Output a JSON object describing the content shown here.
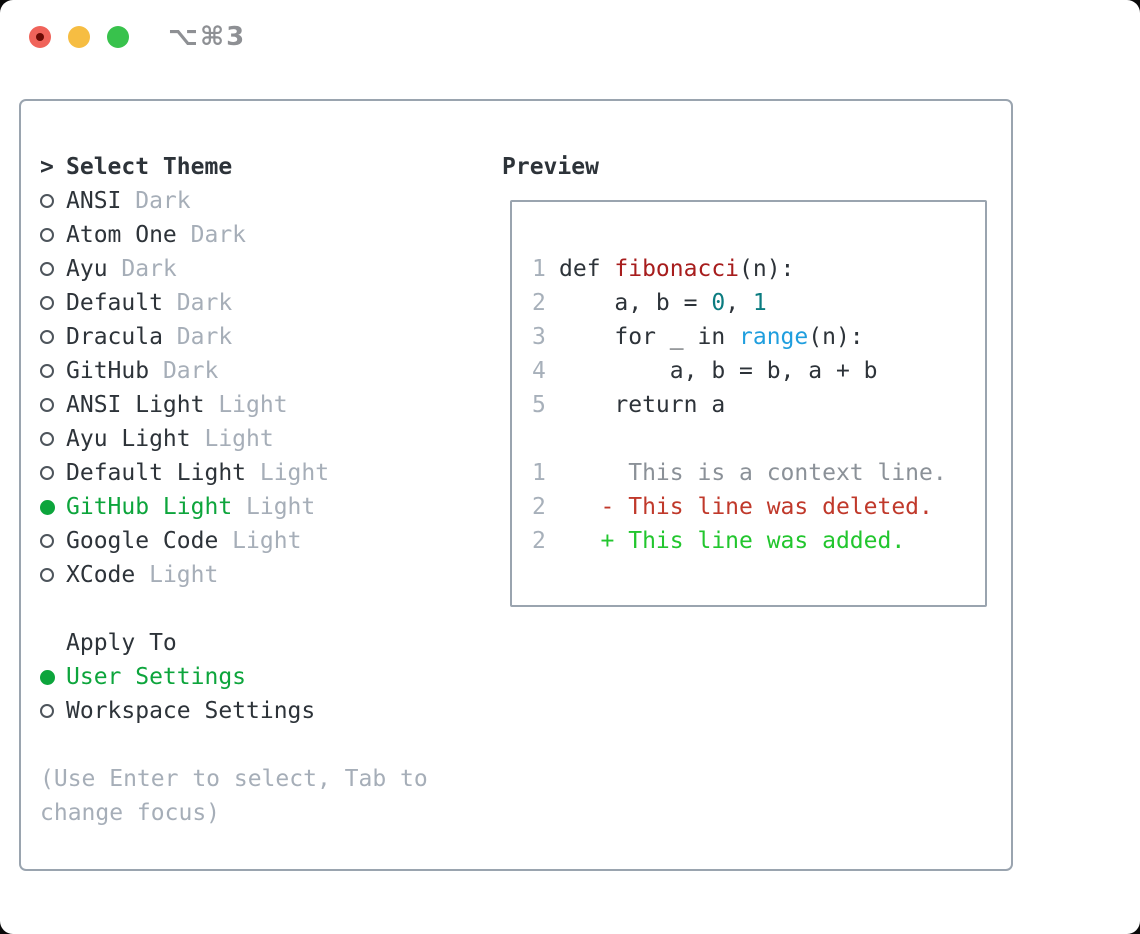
{
  "window": {
    "title": "⌥⌘3",
    "traffic_lights": [
      "close",
      "minimize",
      "zoom"
    ]
  },
  "colors": {
    "light_red": "#f0635a",
    "light_yellow": "#f6bd42",
    "light_green": "#38c24c",
    "border": "#9aa4af",
    "text_dark": "#2d3339",
    "muted": "#a6aeb8",
    "sel_green": "#0da53c",
    "line_number": "#a7b0ba",
    "function_red": "#a71d1d",
    "builtin_blue": "#1f9ede",
    "number_teal": "#0b7c80",
    "context_gray": "#8b9198",
    "deleted_red": "#c0392b",
    "added_green": "#22c62e"
  },
  "theme_picker": {
    "header_marker": ">",
    "header": "Select Theme",
    "items": [
      {
        "label": "ANSI",
        "badge": "Dark",
        "selected": false
      },
      {
        "label": "Atom One",
        "badge": "Dark",
        "selected": false
      },
      {
        "label": "Ayu",
        "badge": "Dark",
        "selected": false
      },
      {
        "label": "Default",
        "badge": "Dark",
        "selected": false
      },
      {
        "label": "Dracula",
        "badge": "Dark",
        "selected": false
      },
      {
        "label": "GitHub",
        "badge": "Dark",
        "selected": false
      },
      {
        "label": "ANSI Light",
        "badge": "Light",
        "selected": false
      },
      {
        "label": "Ayu Light",
        "badge": "Light",
        "selected": false
      },
      {
        "label": "Default Light",
        "badge": "Light",
        "selected": false
      },
      {
        "label": "GitHub Light",
        "badge": "Light",
        "selected": true
      },
      {
        "label": "Google Code",
        "badge": "Light",
        "selected": false
      },
      {
        "label": "XCode",
        "badge": "Light",
        "selected": false
      }
    ]
  },
  "apply_to": {
    "header": "Apply To",
    "items": [
      {
        "label": "User Settings",
        "selected": true
      },
      {
        "label": "Workspace Settings",
        "selected": false
      }
    ]
  },
  "hint": "(Use Enter to select, Tab to\nchange focus)",
  "preview": {
    "header": "Preview",
    "code_lines": [
      {
        "num": "1",
        "segments": [
          {
            "t": "def ",
            "c": "text"
          },
          {
            "t": "fibonacci",
            "c": "function"
          },
          {
            "t": "(n):",
            "c": "text"
          }
        ]
      },
      {
        "num": "2",
        "segments": [
          {
            "t": "    a, b = ",
            "c": "text"
          },
          {
            "t": "0",
            "c": "number"
          },
          {
            "t": ", ",
            "c": "text"
          },
          {
            "t": "1",
            "c": "number"
          }
        ]
      },
      {
        "num": "3",
        "segments": [
          {
            "t": "    for _ in ",
            "c": "text"
          },
          {
            "t": "range",
            "c": "builtin"
          },
          {
            "t": "(n):",
            "c": "text"
          }
        ]
      },
      {
        "num": "4",
        "segments": [
          {
            "t": "        a, b = b, a + b",
            "c": "text"
          }
        ]
      },
      {
        "num": "5",
        "segments": [
          {
            "t": "    return a",
            "c": "text"
          }
        ]
      },
      {
        "num": "",
        "segments": []
      },
      {
        "num": "1",
        "segments": [
          {
            "t": "     This is a context line.",
            "c": "context"
          }
        ]
      },
      {
        "num": "2",
        "segments": [
          {
            "t": "   - This line was deleted.",
            "c": "deleted"
          }
        ]
      },
      {
        "num": "2",
        "segments": [
          {
            "t": "   + This line was added.",
            "c": "added"
          }
        ]
      }
    ]
  }
}
